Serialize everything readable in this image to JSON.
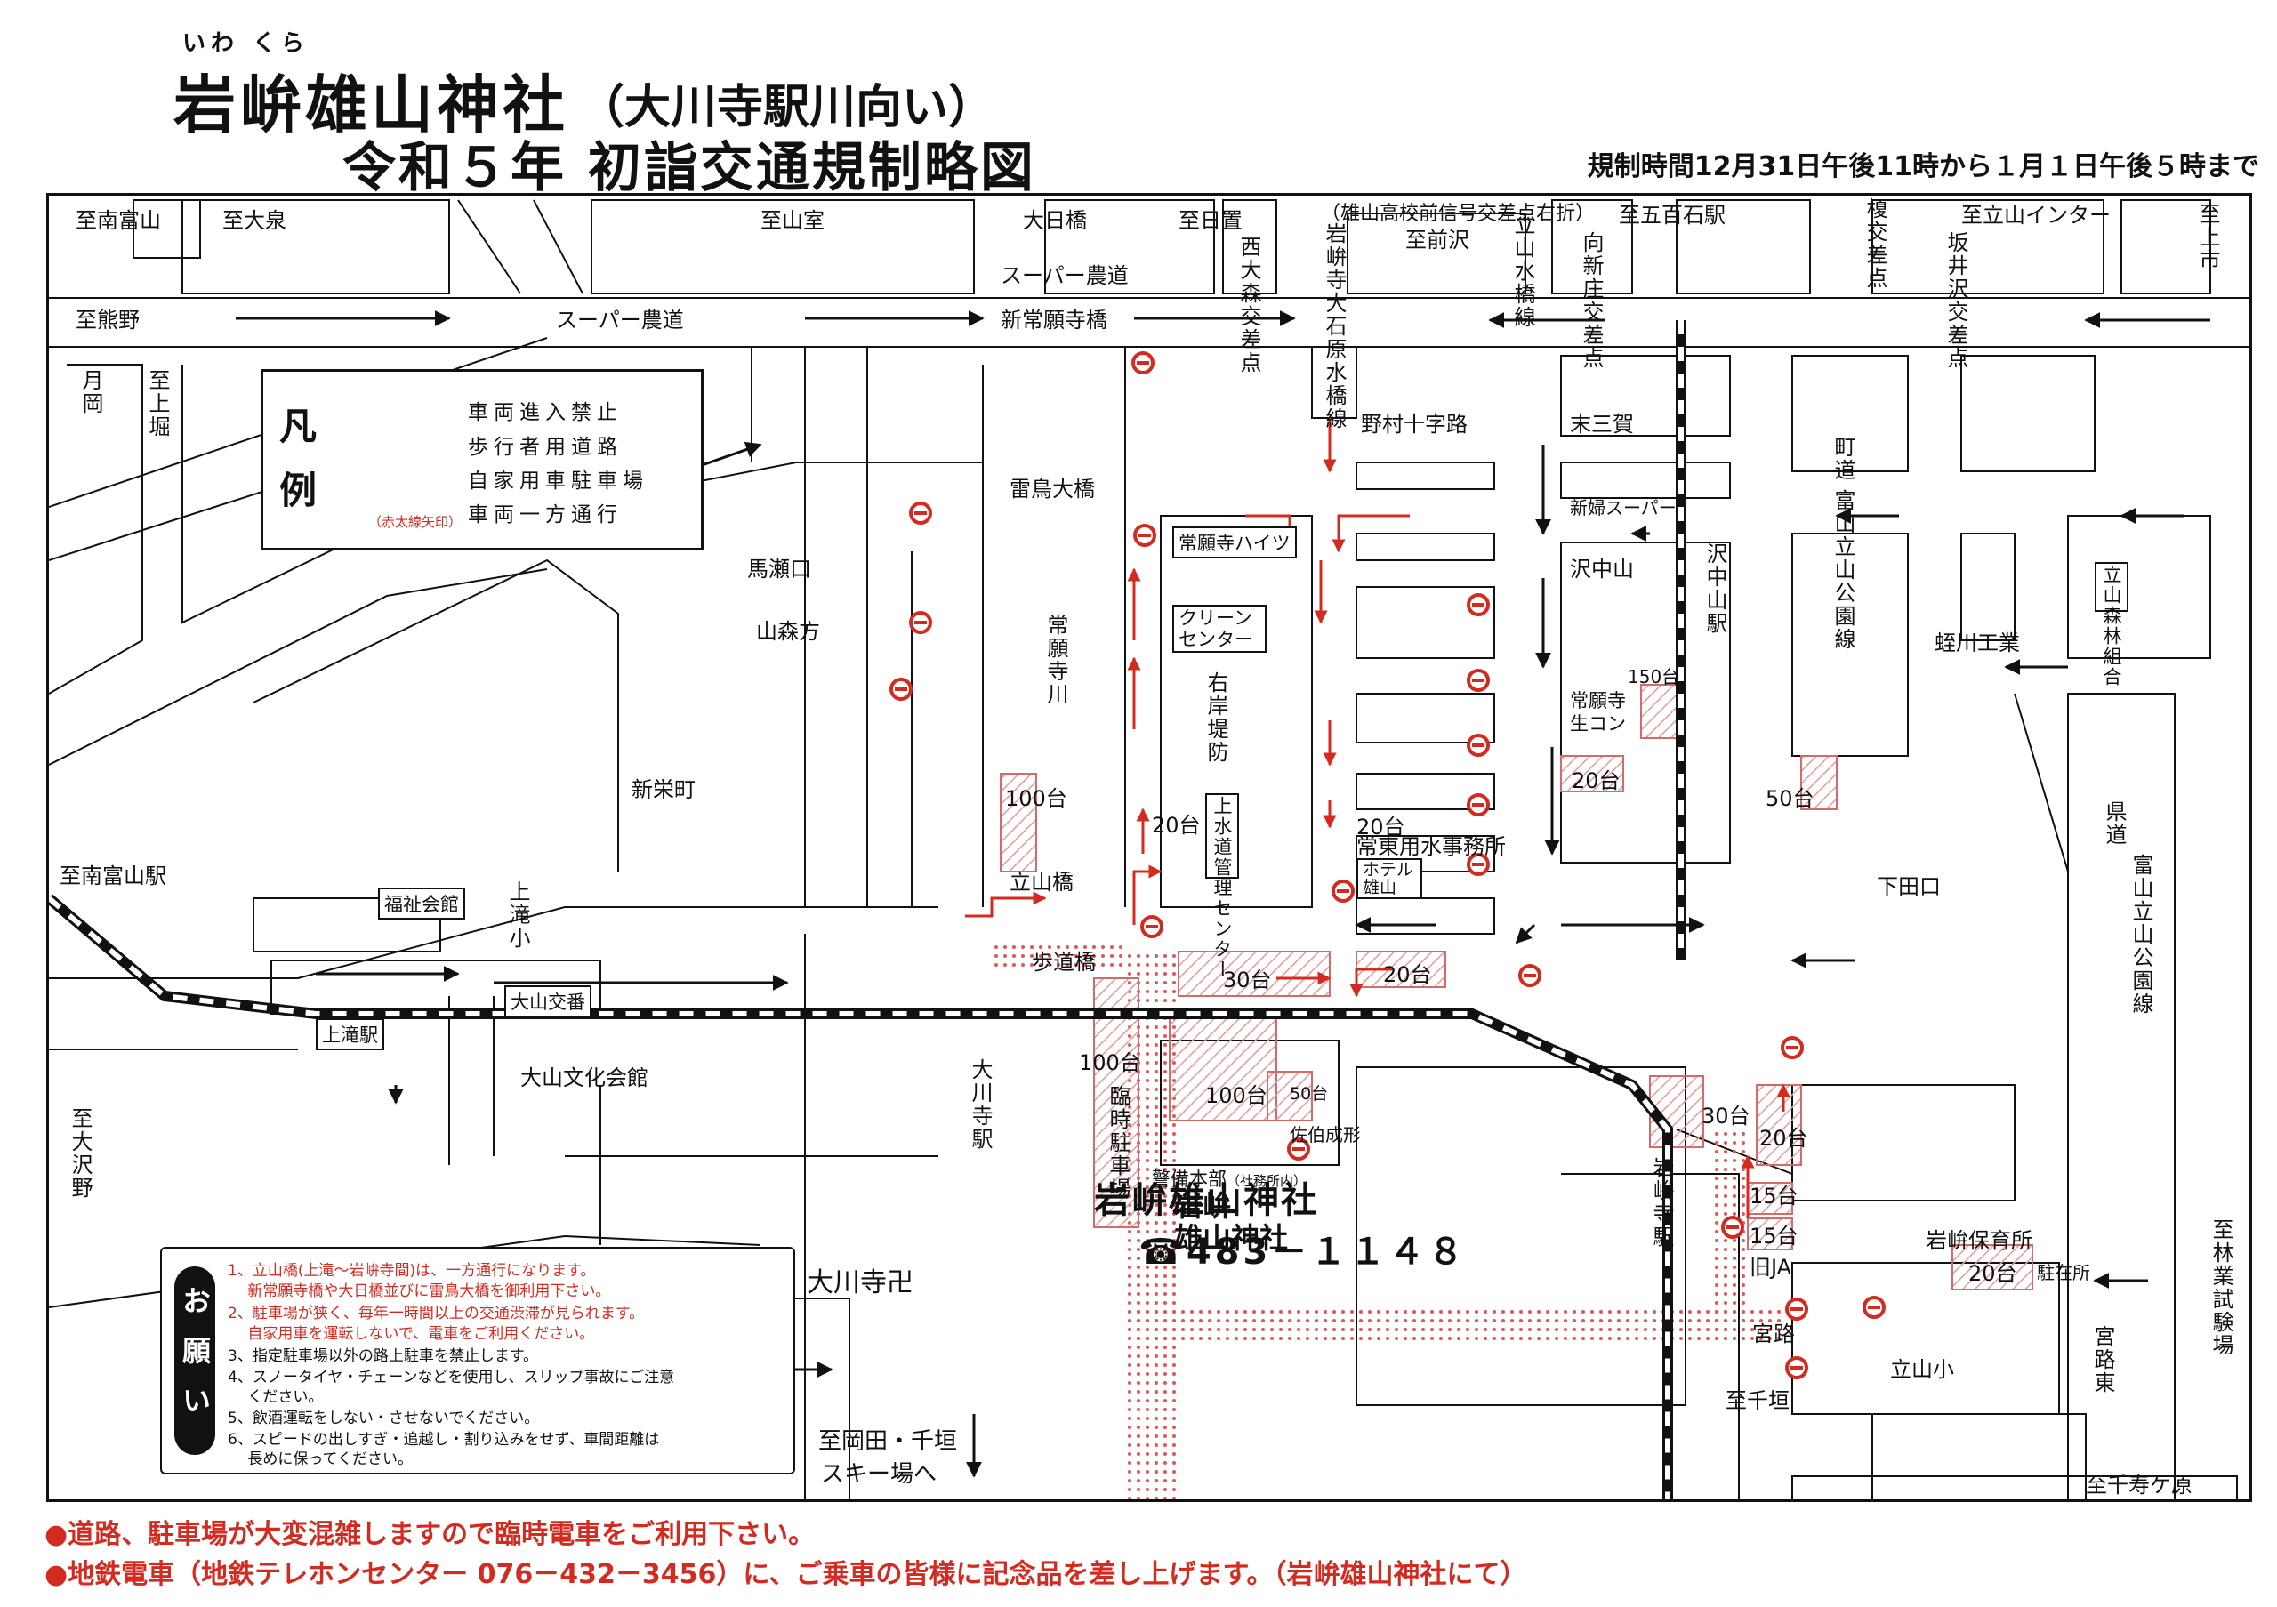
{
  "header": {
    "ruby": "いわ くら",
    "title": "岩峅雄山神社",
    "subtitle": "（大川寺駅川向い）",
    "line2": "令和５年  初詣交通規制略図",
    "period": "規制時間12月31日午後11時から１月１日午後５時まで"
  },
  "legend": {
    "heading_top": "凡",
    "heading_bottom": "例",
    "items": [
      {
        "label": "車両進入禁止"
      },
      {
        "label": "歩行者用道路"
      },
      {
        "label": "自家用車駐車場"
      },
      {
        "label": "車両一方通行"
      }
    ],
    "arrow_note": "（赤太線矢印）"
  },
  "colors": {
    "red": "#d42b20",
    "pink": "#e79a9a",
    "dot": "#e05757",
    "line": "#111111"
  },
  "labels": {
    "to_minamitoyama": "至南富山",
    "to_oizumi": "至大泉",
    "to_yamamuro": "至山室",
    "dainichi_bashi": "大日橋",
    "to_hioki": "至日置",
    "oyama_hs": "（雄山高校前信号交差点右折）",
    "to_gohyakkoku": "至五百石駅",
    "enoki": "榎交差点",
    "to_tateyama_ic": "至立山インター",
    "to_kamiichi": "至上市",
    "to_kumano": "至熊野",
    "super_nodo1": "スーパー農道",
    "super_nodo2": "スーパー農道",
    "shinjoganji_bashi": "新常願寺橋",
    "nishiomori": "西大森交差点",
    "iwakura_ohara": "岩峅寺大石原水橋線",
    "to_maezawa": "至前沢",
    "tateyama_mizuhashi": "立山水橋線",
    "mukaishinjo": "向新庄交差点",
    "sakaiizawa": "坂井沢交差点",
    "tsukioka": "月岡",
    "to_kamidaki": "至上堀",
    "nomura": "野村十字路",
    "sanga": "末三賀",
    "machi_road": "町道",
    "toyama_tateyama_koen": "富山立山公園線",
    "raicho_bashi": "雷鳥大橋",
    "shinfu_super": "新婦スーパー",
    "sawanakayama": "沢中山",
    "sawanakayama_sta": "沢中山駅",
    "mumase": "馬瀬口",
    "yamamorikata": "山森方",
    "jogan_heights": "常願寺ハイツ",
    "clean_center": "クリーンセンター",
    "jogan_river": "常願寺川",
    "right_bank": "右岸堤防",
    "tateyama_forest": "立山森林組合",
    "haikawa": "蛭川工業",
    "shingoji_c": "常願寺生コン",
    "shineicho": "新栄町",
    "waterworks": "上水道管理センター",
    "water_office": "常東用水事務所",
    "hotel_oyama": "ホテル雄山",
    "to_minamitoyama_sta": "至南富山駅",
    "fukushi": "福祉会館",
    "kamidaki_sho": "上滝小",
    "tateyama_bashi": "立山橋",
    "kendo": "県道",
    "kendo_name": "富山立山公園線",
    "shimotaguchi": "下田口",
    "hodo_bashi": "歩道橋",
    "oyama_koban": "大山交番",
    "kamidaki_sta": "上滝駅",
    "oyama_bunka": "大山文化会館",
    "daisenji_sta": "大川寺駅",
    "temp_parking": "臨時駐車場",
    "saeki": "佐伯成形",
    "to_osawano": "至大沢野",
    "iwakuraji_sta": "岩峅寺駅",
    "hq": "警備本部",
    "hq_note": "（社務所内）",
    "kyu_ja": "旧JA",
    "hoikusho": "岩峅保育所",
    "chuzaisho": "駐在所",
    "daisenji": "大川寺卍",
    "miyaji": "宮路",
    "tateyama_sho": "立山小",
    "miyaji_higashi": "宮路東",
    "to_rinsho": "至林業試験場",
    "to_okada": "至岡田・千垣",
    "ski": "スキー場へ",
    "to_sengaki": "至千垣",
    "to_senjugahara": "至千寿ケ原",
    "shrine_map_top": "岩峅",
    "shrine_map_bottom": "雄山神社"
  },
  "parking": {
    "p100a": "100台",
    "p20a": "20台",
    "p150": "150台",
    "p20b": "20台",
    "p50": "50台",
    "p20c": "20台",
    "p30a": "30台",
    "p20d": "20台",
    "p100b": "100台",
    "p100c": "100台",
    "p50b": "50台",
    "p30b": "30台",
    "p20e": "20台",
    "p15a": "15台",
    "p15b": "15台",
    "p20f": "20台"
  },
  "requests": {
    "badge": "お願い",
    "lines": [
      {
        "text": "1、立山橋(上滝～岩峅寺間)は、一方通行になります。",
        "red": true
      },
      {
        "text": "　 新常願寺橋や大日橋並びに雷鳥大橋を御利用下さい。",
        "red": true
      },
      {
        "text": "2、駐車場が狭く、毎年一時間以上の交通渋滞が見られます。",
        "red": true
      },
      {
        "text": "　 自家用車を運転しないで、電車をご利用ください。",
        "red": true
      },
      {
        "text": "3、指定駐車場以外の路上駐車を禁止します。",
        "red": false
      },
      {
        "text": "4、スノータイヤ・チェーンなどを使用し、スリップ事故にご注意",
        "red": false
      },
      {
        "text": "　 ください。",
        "red": false
      },
      {
        "text": "5、飲酒運転をしない・させないでください。",
        "red": false
      },
      {
        "text": "6、スピードの出しすぎ・追越し・割り込みをせず、車間距離は",
        "red": false
      },
      {
        "text": "　 長めに保ってください。",
        "red": false
      }
    ]
  },
  "shrine": {
    "name": "岩峅雄山神社",
    "phone": "☎483－１１４８"
  },
  "footer": [
    "●道路、駐車場が大変混雑しますので臨時電車をご利用下さい。",
    "●地鉄電車（地鉄テレホンセンター 076－432－3456）に、ご乗車の皆様に記念品を差し上げます。（岩峅雄山神社にて）"
  ]
}
